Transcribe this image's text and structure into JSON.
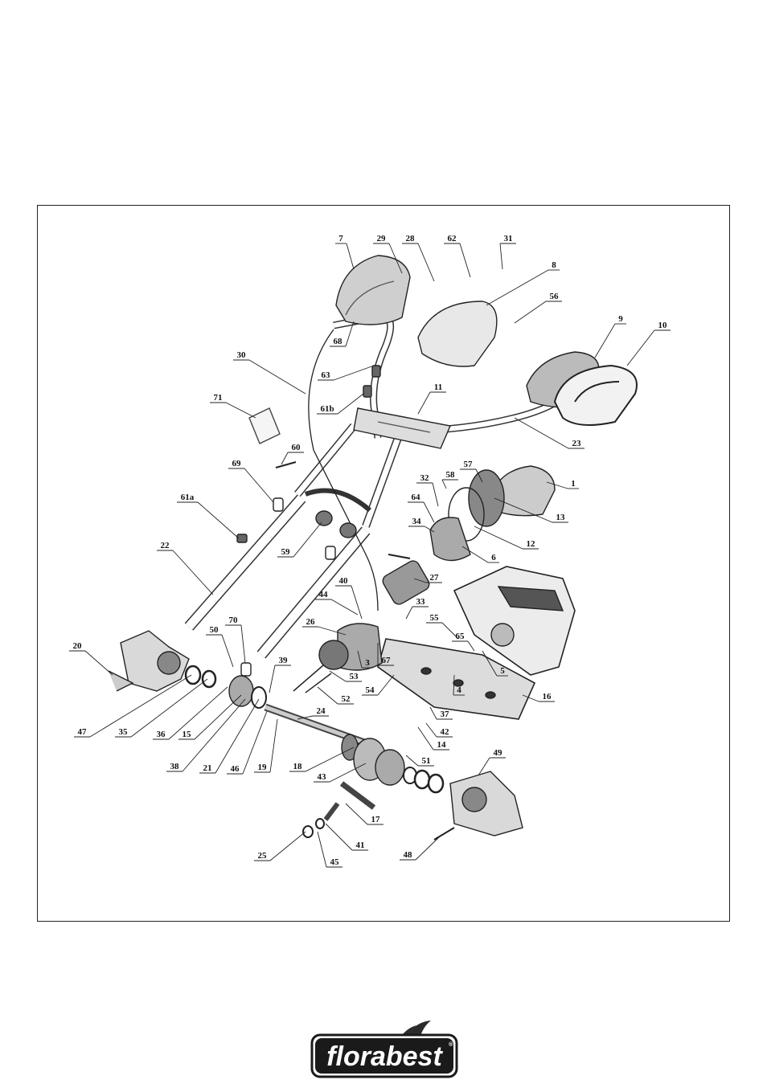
{
  "brand": {
    "name": "florabest",
    "registered_mark": "®"
  },
  "diagram": {
    "labels": [
      "7",
      "29",
      "28",
      "62",
      "31",
      "8",
      "56",
      "68",
      "30",
      "63",
      "9",
      "10",
      "71",
      "61b",
      "11",
      "60",
      "23",
      "69",
      "58",
      "57",
      "1",
      "32",
      "61a",
      "64",
      "13",
      "34",
      "59",
      "12",
      "22",
      "6",
      "27",
      "40",
      "44",
      "33",
      "26",
      "55",
      "65",
      "20",
      "50",
      "70",
      "39",
      "3",
      "5",
      "53",
      "67",
      "54",
      "4",
      "52",
      "16",
      "47",
      "35",
      "36",
      "15",
      "24",
      "37",
      "42",
      "38",
      "21",
      "46",
      "19",
      "18",
      "14",
      "51",
      "43",
      "49",
      "17",
      "41",
      "25",
      "45",
      "48"
    ]
  },
  "colors": {
    "ink": "#111111",
    "brand_dark": "#1a1a1a",
    "leaf": "#2b2b2b"
  }
}
